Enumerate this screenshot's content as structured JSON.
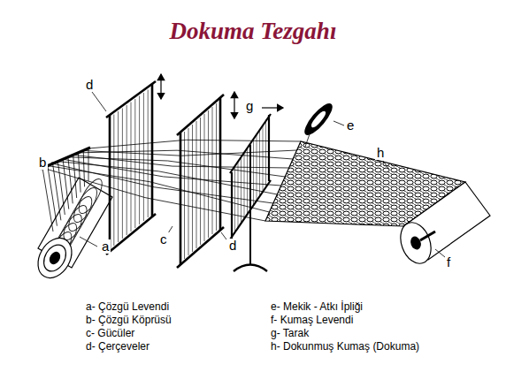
{
  "diagram": {
    "title": "Dokuma Tezgahı",
    "labels": [
      "a",
      "b",
      "c",
      "d",
      "d",
      "e",
      "f",
      "g",
      "h",
      "a- Çözgü Levendi",
      "b- Çözgü Köprüsü",
      "c- Gücüler",
      "d- Çerçeveler",
      "e- Mekik - Atkı İpliği",
      "f- Kumaş Levendi",
      "g- Tarak",
      "h- Dokunmuş Kumaş (Dokuma)"
    ]
  }
}
